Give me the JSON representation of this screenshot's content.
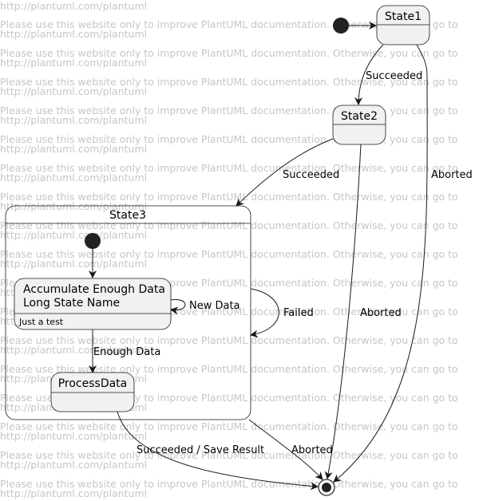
{
  "watermark": {
    "url": "http://plantuml.com/plantuml",
    "notice": "Please use this website only to improve PlantUML documentation. Otherwise, you can go to"
  },
  "states": {
    "state1": "State1",
    "state2": "State2",
    "state3": "State3",
    "accumulate_line1": "Accumulate Enough Data",
    "accumulate_line2": "Long State Name",
    "accumulate_desc": "Just a test",
    "process": "ProcessData"
  },
  "transitions": {
    "s1_to_s2": "Succeeded",
    "s2_to_s3": "Succeeded",
    "s1_aborted": "Aborted",
    "s2_aborted": "Aborted",
    "s3_failed": "Failed",
    "s3_aborted": "Aborted",
    "new_data": "New Data",
    "enough_data": "Enough Data",
    "save_result": "Succeeded / Save Result"
  },
  "colors": {
    "state_fill": "#f1f1f1",
    "state_border": "#181818",
    "node": "#222222",
    "watermark": "#c6c6c6"
  }
}
